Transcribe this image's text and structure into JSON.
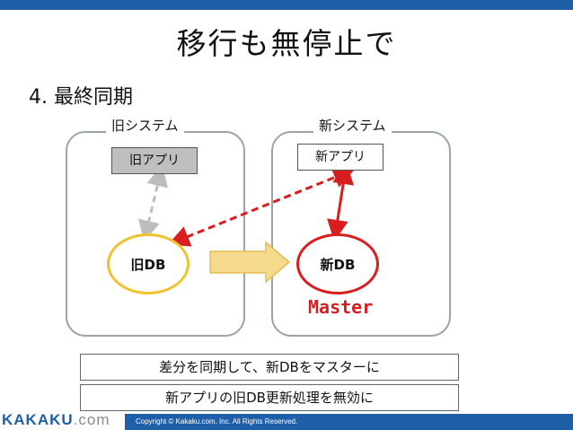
{
  "title": "移行も無停止で",
  "subtitle": "4. 最終同期",
  "groups": {
    "old_label": "旧システム",
    "new_label": "新システム"
  },
  "old_app": "旧アプリ",
  "new_app": "新アプリ",
  "old_db": "旧DB",
  "new_db": "新DB",
  "master_label": "Master",
  "notes": [
    "差分を同期して、新DBをマスターに",
    "新アプリの旧DB更新処理を無効に"
  ],
  "footer": {
    "logo_main": "KAKAKU",
    "logo_suffix": ".com",
    "copyright": "Copyright © Kakaku.com, Inc. All Rights Reserved."
  },
  "colors": {
    "brand_blue": "#1f5fa8",
    "red": "#d81e1e",
    "yellow": "#f2c12e",
    "gray_arrow": "#bdbdbd"
  }
}
